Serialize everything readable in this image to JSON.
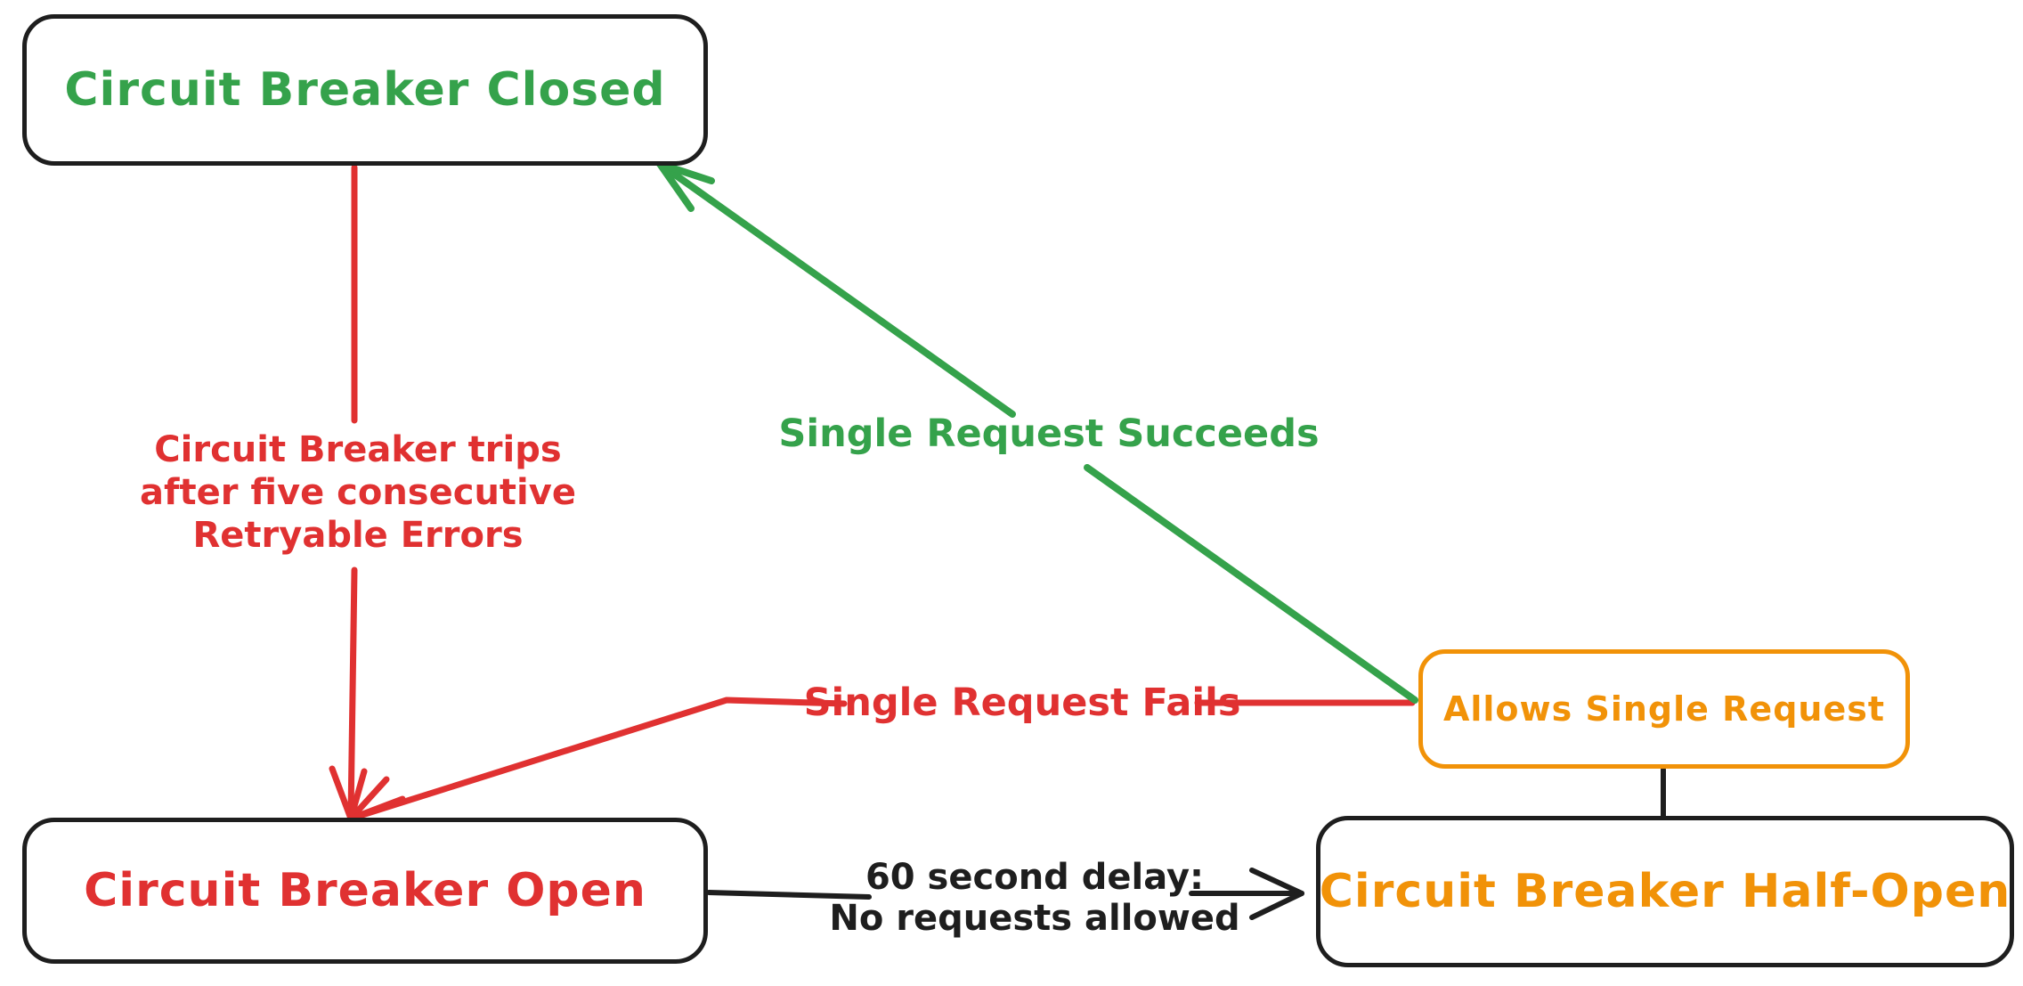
{
  "canvas": {
    "background": "#ffffff",
    "ink_color": "#1e1e1e",
    "red_color": "#e03131",
    "green_color": "#35a24b",
    "orange_color": "#f19208"
  },
  "nodes": {
    "closed": {
      "label": "Circuit Breaker Closed",
      "text_color": "#35a24b",
      "border_color": "#1e1e1e"
    },
    "open": {
      "label": "Circuit Breaker Open",
      "text_color": "#e03131",
      "border_color": "#1e1e1e"
    },
    "half_open": {
      "label": "Circuit Breaker Half-Open",
      "text_color": "#f19208",
      "border_color": "#1e1e1e"
    },
    "allows": {
      "label": "Allows Single Request",
      "text_color": "#f19208",
      "border_color": "#f19208"
    }
  },
  "edges": {
    "trip": {
      "from": "closed",
      "to": "open",
      "color": "#e03131",
      "lines": [
        "Circuit Breaker trips",
        "after five consecutive",
        "Retryable Errors"
      ]
    },
    "succeeds": {
      "from": "allows",
      "to": "closed",
      "color": "#35a24b",
      "label": "Single Request Succeeds"
    },
    "fails": {
      "from": "allows",
      "to": "open",
      "color": "#e03131",
      "label": "Single Request Fails"
    },
    "delay": {
      "from": "open",
      "to": "half_open",
      "color": "#1e1e1e",
      "lines": [
        "60 second delay:",
        "No requests allowed"
      ]
    },
    "connector": {
      "from": "allows",
      "to": "half_open",
      "color": "#1e1e1e"
    }
  }
}
